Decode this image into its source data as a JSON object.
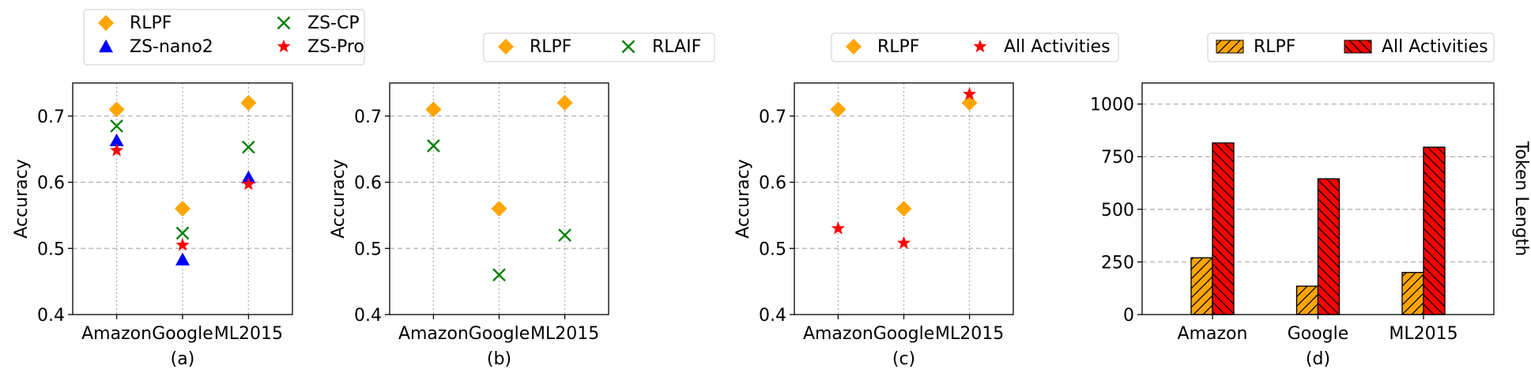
{
  "colors": {
    "rlpf": "#FFA500",
    "zs_cp": "#008000",
    "zs_nano2": "#0000FF",
    "zs_pro": "#FF0000",
    "rlaif": "#008000",
    "all_activities": "#FF0000",
    "grid": "#b0b0b0"
  },
  "chart_data": [
    {
      "type": "scatter",
      "caption": "(a)",
      "categories": [
        "Amazon",
        "Google",
        "ML2015"
      ],
      "ylabel": "Accuracy",
      "ylim": [
        0.4,
        0.75
      ],
      "yticks": [
        0.4,
        0.5,
        0.6,
        0.7
      ],
      "ytick_labels": [
        "0.4",
        "0.5",
        "0.6",
        "0.7"
      ],
      "grid": "horizontal dashed, vertical dotted",
      "legend_position": "above",
      "series": [
        {
          "name": "RLPF",
          "marker": "diamond",
          "color": "#FFA500",
          "values": [
            0.71,
            0.56,
            0.72
          ]
        },
        {
          "name": "ZS-CP",
          "marker": "x",
          "color": "#008000",
          "values": [
            0.685,
            0.523,
            0.653
          ]
        },
        {
          "name": "ZS-nano2",
          "marker": "triangle",
          "color": "#0000FF",
          "values": [
            0.663,
            0.483,
            0.607
          ]
        },
        {
          "name": "ZS-Pro",
          "marker": "star",
          "color": "#FF0000",
          "values": [
            0.648,
            0.505,
            0.597
          ]
        }
      ]
    },
    {
      "type": "scatter",
      "caption": "(b)",
      "categories": [
        "Amazon",
        "Google",
        "ML2015"
      ],
      "ylabel": "Accuracy",
      "ylim": [
        0.4,
        0.75
      ],
      "yticks": [
        0.4,
        0.5,
        0.6,
        0.7
      ],
      "ytick_labels": [
        "0.4",
        "0.5",
        "0.6",
        "0.7"
      ],
      "grid": "horizontal dashed, vertical dotted",
      "legend_position": "above",
      "series": [
        {
          "name": "RLPF",
          "marker": "diamond",
          "color": "#FFA500",
          "values": [
            0.71,
            0.56,
            0.72
          ]
        },
        {
          "name": "RLAIF",
          "marker": "x",
          "color": "#008000",
          "values": [
            0.655,
            0.46,
            0.52
          ]
        }
      ]
    },
    {
      "type": "scatter",
      "caption": "(c)",
      "categories": [
        "Amazon",
        "Google",
        "ML2015"
      ],
      "ylabel": "Accuracy",
      "ylim": [
        0.4,
        0.75
      ],
      "yticks": [
        0.4,
        0.5,
        0.6,
        0.7
      ],
      "ytick_labels": [
        "0.4",
        "0.5",
        "0.6",
        "0.7"
      ],
      "grid": "horizontal dashed, vertical dotted",
      "legend_position": "above",
      "series": [
        {
          "name": "RLPF",
          "marker": "diamond",
          "color": "#FFA500",
          "values": [
            0.71,
            0.56,
            0.72
          ]
        },
        {
          "name": "All Activities",
          "marker": "star",
          "color": "#FF0000",
          "values": [
            0.53,
            0.508,
            0.733
          ]
        }
      ]
    },
    {
      "type": "bar",
      "caption": "(d)",
      "categories": [
        "Amazon",
        "Google",
        "ML2015"
      ],
      "ylabel": "Token Length",
      "ylabel_side": "right",
      "ylim": [
        0,
        1100
      ],
      "yticks": [
        0,
        250,
        500,
        750,
        1000
      ],
      "ytick_labels": [
        "0",
        "250",
        "500",
        "750",
        "1000"
      ],
      "grid": "horizontal dashed",
      "legend_position": "above",
      "series": [
        {
          "name": "RLPF",
          "hatch": "forward",
          "color": "#FFA500",
          "values": [
            270,
            135,
            200
          ]
        },
        {
          "name": "All Activities",
          "hatch": "back",
          "color": "#FF0000",
          "values": [
            815,
            645,
            795
          ]
        }
      ]
    }
  ]
}
